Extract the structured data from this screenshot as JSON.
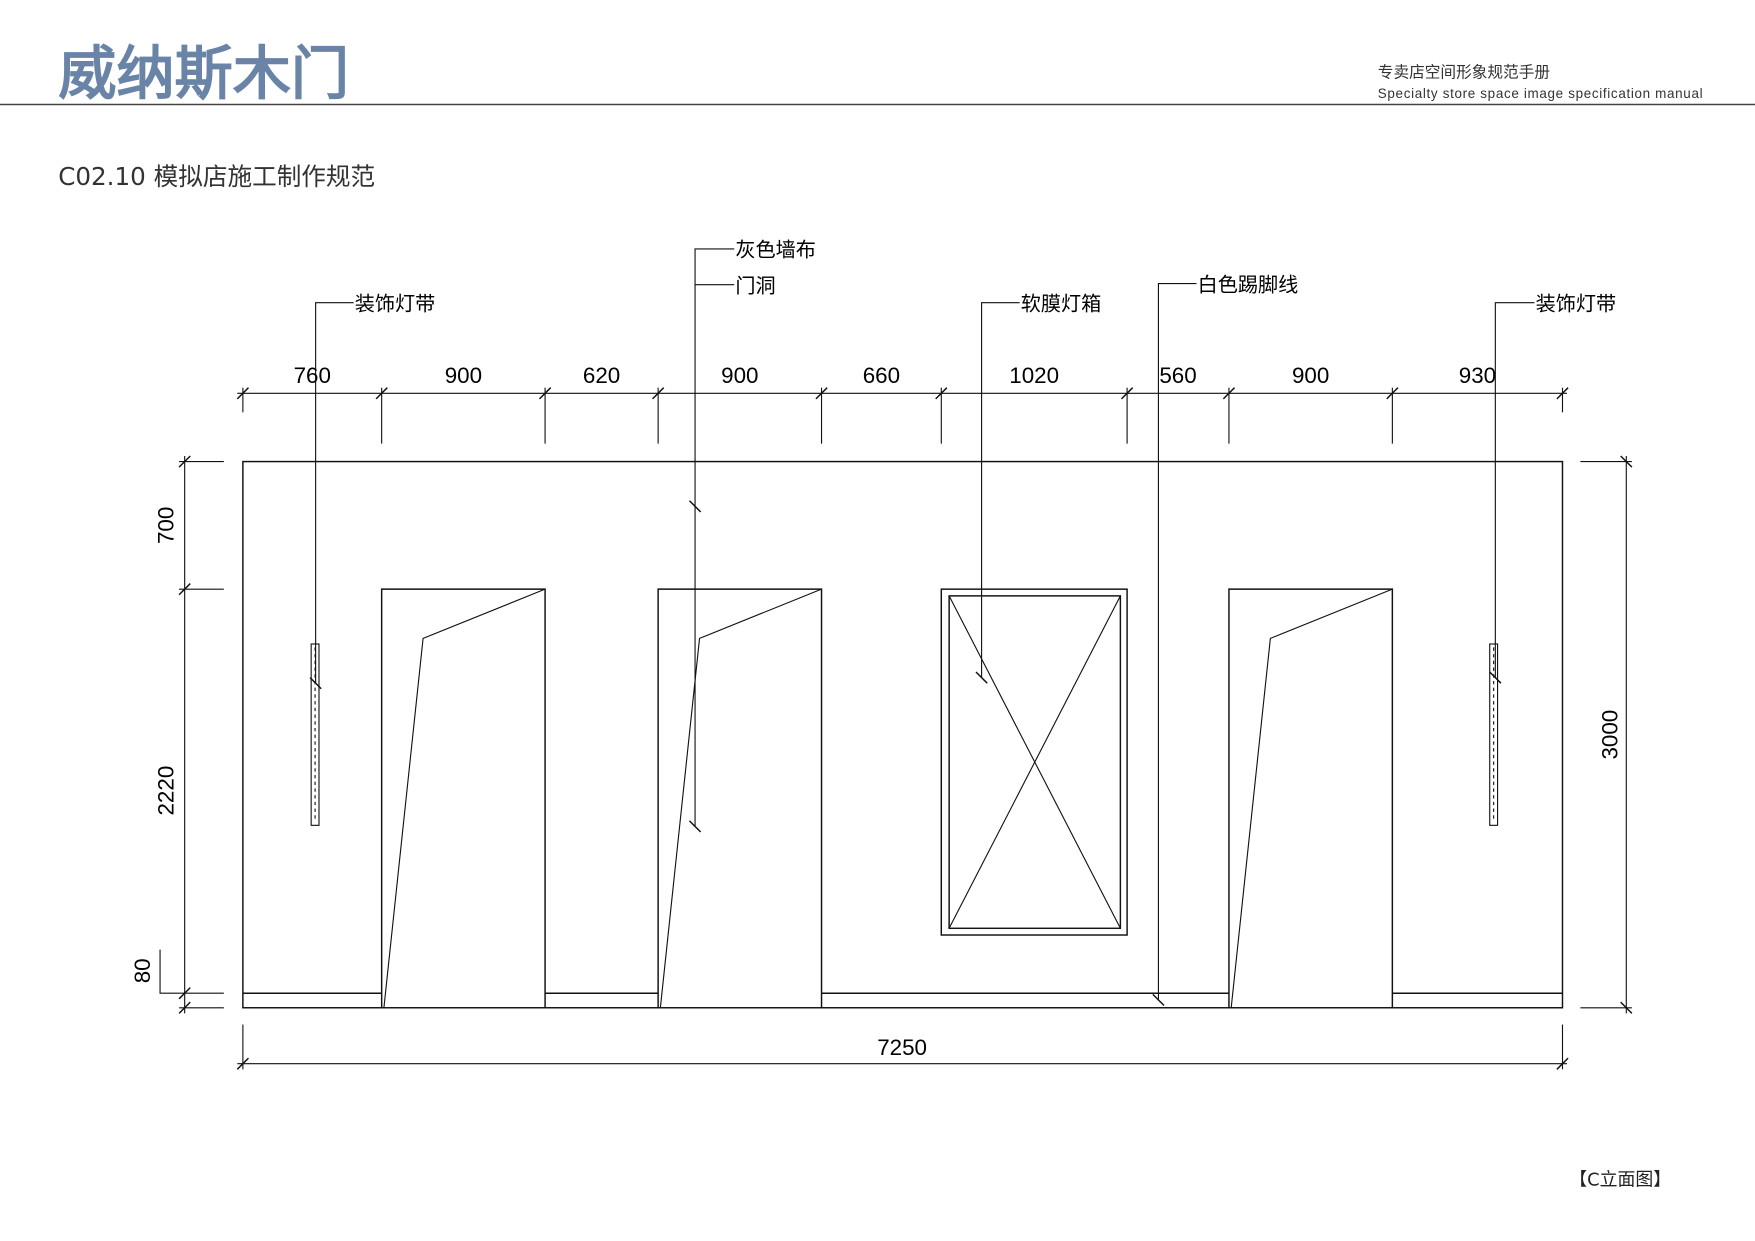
{
  "header": {
    "logo_text": "威纳斯木门",
    "manual_title_cn": "专卖店空间形象规范手册",
    "manual_title_en": "Specialty store space image specification manual"
  },
  "page_title": "C02.10 模拟店施工制作规范",
  "drawing": {
    "top_dimensions": [
      "760",
      "900",
      "620",
      "900",
      "660",
      "1020",
      "560",
      "900",
      "930"
    ],
    "left_dimensions": [
      "700",
      "2220",
      "80"
    ],
    "right_dimension": "3000",
    "bottom_dimension": "7250",
    "labels": {
      "light_strip_left": "装饰灯带",
      "gray_wallcloth": "灰色墙布",
      "door_opening": "门洞",
      "soft_film_lightbox": "软膜灯箱",
      "white_skirting": "白色踢脚线",
      "light_strip_right": "装饰灯带"
    }
  },
  "footer": {
    "caption": "【C立面图】"
  },
  "colors": {
    "logo": "#6a84a8",
    "line": "#111111",
    "text": "#333333"
  }
}
